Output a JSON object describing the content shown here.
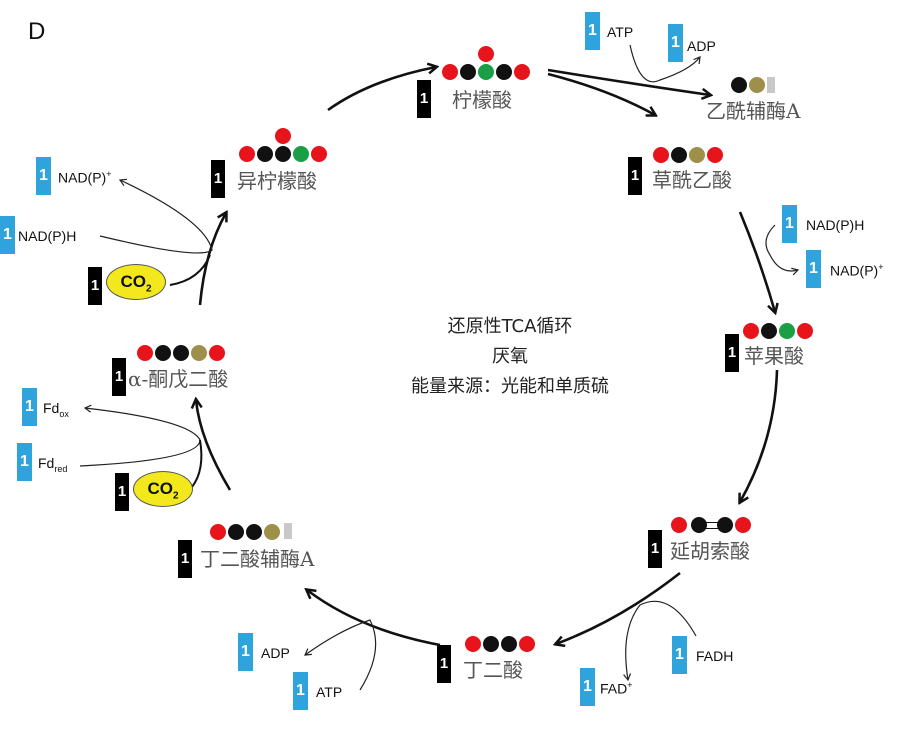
{
  "panel_label": "D",
  "center_text": {
    "line1": "还原性TCA循环",
    "line2": "厌氧",
    "line3": "能量来源：光能和单质硫"
  },
  "colors": {
    "oxygen_red": "#e8141c",
    "carbon_black": "#111111",
    "green": "#1a9e46",
    "olive": "#9e8f4a",
    "coa_gray": "#c8c8c8",
    "cofactor_blue": "#2ea3dc",
    "co2_yellow": "#f2e81c"
  },
  "molecules": {
    "citrate": {
      "count": "1",
      "name": "柠檬酸",
      "atoms": [
        "red",
        "black",
        "green",
        "black",
        "red"
      ],
      "top_atom": "red"
    },
    "acetyl_coa": {
      "name": "乙酰辅酶A",
      "atoms": [
        "black",
        "olive",
        "coa"
      ]
    },
    "oxaloacetate": {
      "count": "1",
      "name": "草酰乙酸",
      "atoms": [
        "red",
        "black",
        "olive",
        "red"
      ]
    },
    "malate": {
      "count": "1",
      "name": "苹果酸",
      "atoms": [
        "red",
        "black",
        "green",
        "red"
      ]
    },
    "fumarate": {
      "count": "1",
      "name": "延胡索酸",
      "atoms": [
        "red",
        "black",
        "black",
        "red"
      ],
      "double_bond": true
    },
    "succinate": {
      "count": "1",
      "name": "丁二酸",
      "atoms": [
        "red",
        "black",
        "black",
        "red"
      ]
    },
    "succinyl_coa": {
      "count": "1",
      "name": "丁二酸辅酶A",
      "atoms": [
        "red",
        "black",
        "black",
        "olive",
        "coa"
      ]
    },
    "alpha_ketoglutarate": {
      "count": "1",
      "name": "α-酮戊二酸",
      "atoms": [
        "red",
        "black",
        "black",
        "olive",
        "red"
      ]
    },
    "isocitrate": {
      "count": "1",
      "name": "异柠檬酸",
      "atoms": [
        "red",
        "black",
        "black",
        "green",
        "red"
      ],
      "top_atom": "red"
    }
  },
  "cofactors": {
    "atp_top": {
      "count": "1",
      "label": "ATP"
    },
    "adp_top": {
      "count": "1",
      "label": "ADP"
    },
    "nadph_right": {
      "count": "1",
      "label": "NAD(P)H"
    },
    "nadp_right": {
      "count": "1",
      "label": "NAD(P)",
      "sup": "+"
    },
    "fadh": {
      "count": "1",
      "label": "FADH"
    },
    "fad": {
      "count": "1",
      "label": "FAD",
      "sup": "+"
    },
    "adp_bottom": {
      "count": "1",
      "label": "ADP"
    },
    "atp_bottom": {
      "count": "1",
      "label": "ATP"
    },
    "fd_ox": {
      "count": "1",
      "label": "Fd",
      "sub": "ox"
    },
    "fd_red": {
      "count": "1",
      "label": "Fd",
      "sub": "red"
    },
    "nadp_left": {
      "count": "1",
      "label": "NAD(P)",
      "sup": "+"
    },
    "nadph_left": {
      "count": "1",
      "label": "NAD(P)H"
    },
    "co2_lower": {
      "count": "1",
      "label": "CO",
      "sub": "2"
    },
    "co2_upper": {
      "count": "1",
      "label": "CO",
      "sub": "2"
    }
  }
}
